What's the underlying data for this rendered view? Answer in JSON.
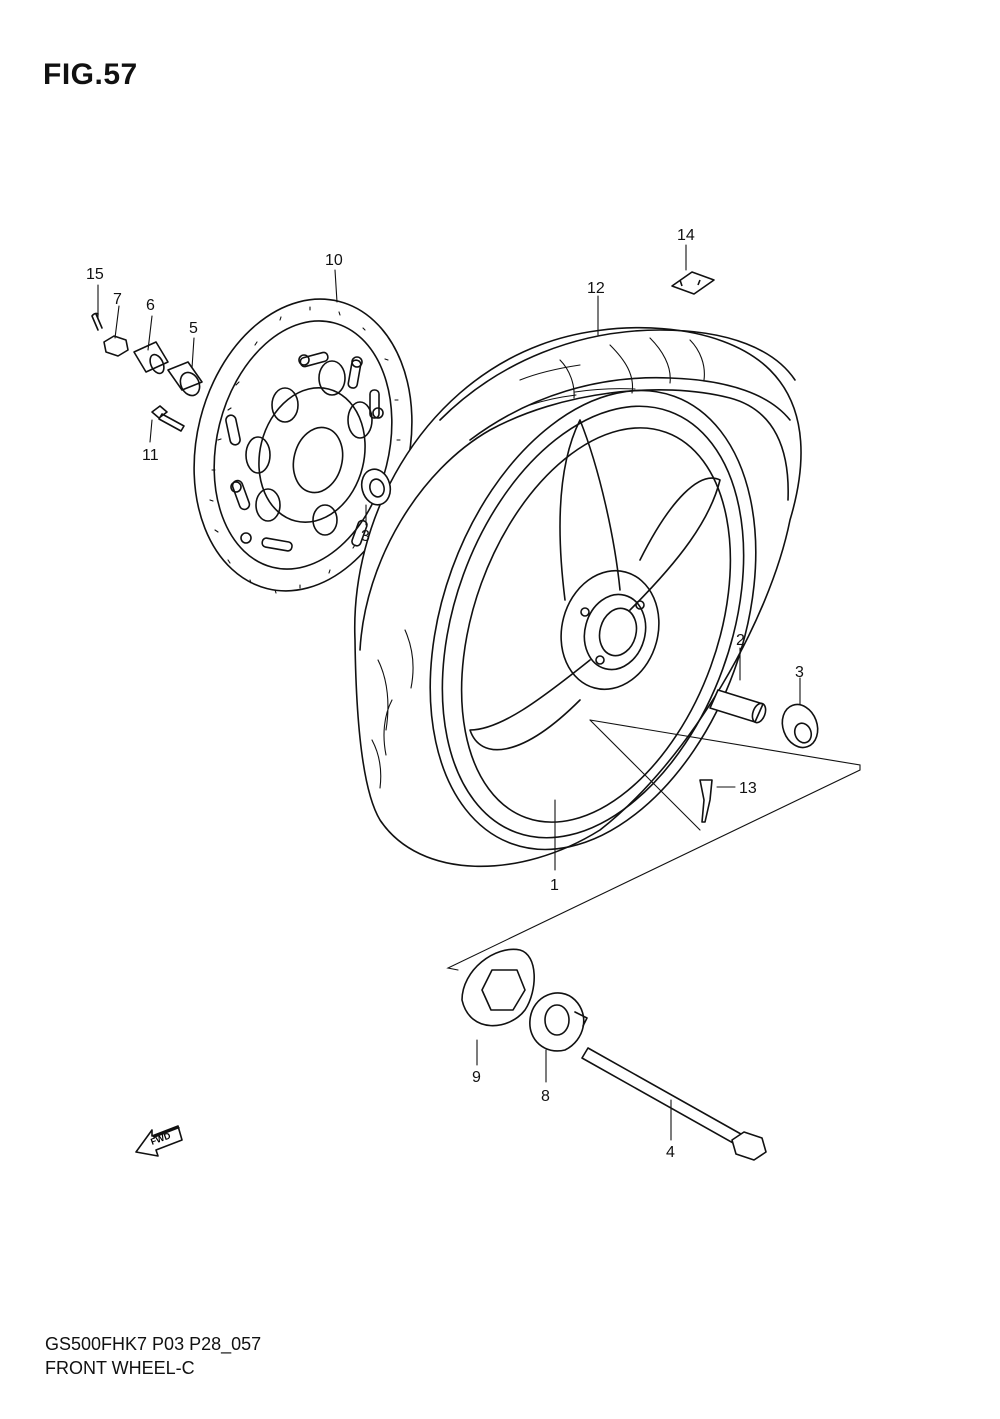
{
  "figure": {
    "title": "FIG.57",
    "fwd_label": "FWD"
  },
  "callouts": [
    {
      "id": "c1",
      "label": "1"
    },
    {
      "id": "c2",
      "label": "2"
    },
    {
      "id": "c3a",
      "label": "3"
    },
    {
      "id": "c3b",
      "label": "3"
    },
    {
      "id": "c4",
      "label": "4"
    },
    {
      "id": "c5",
      "label": "5"
    },
    {
      "id": "c6",
      "label": "6"
    },
    {
      "id": "c7",
      "label": "7"
    },
    {
      "id": "c8",
      "label": "8"
    },
    {
      "id": "c9",
      "label": "9"
    },
    {
      "id": "c10",
      "label": "10"
    },
    {
      "id": "c11",
      "label": "11"
    },
    {
      "id": "c12",
      "label": "12"
    },
    {
      "id": "c13",
      "label": "13"
    },
    {
      "id": "c14",
      "label": "14"
    },
    {
      "id": "c15",
      "label": "15"
    }
  ],
  "footer": {
    "code": "GS500FHK7 P03 P28_057",
    "name": "FRONT WHEEL-C"
  }
}
